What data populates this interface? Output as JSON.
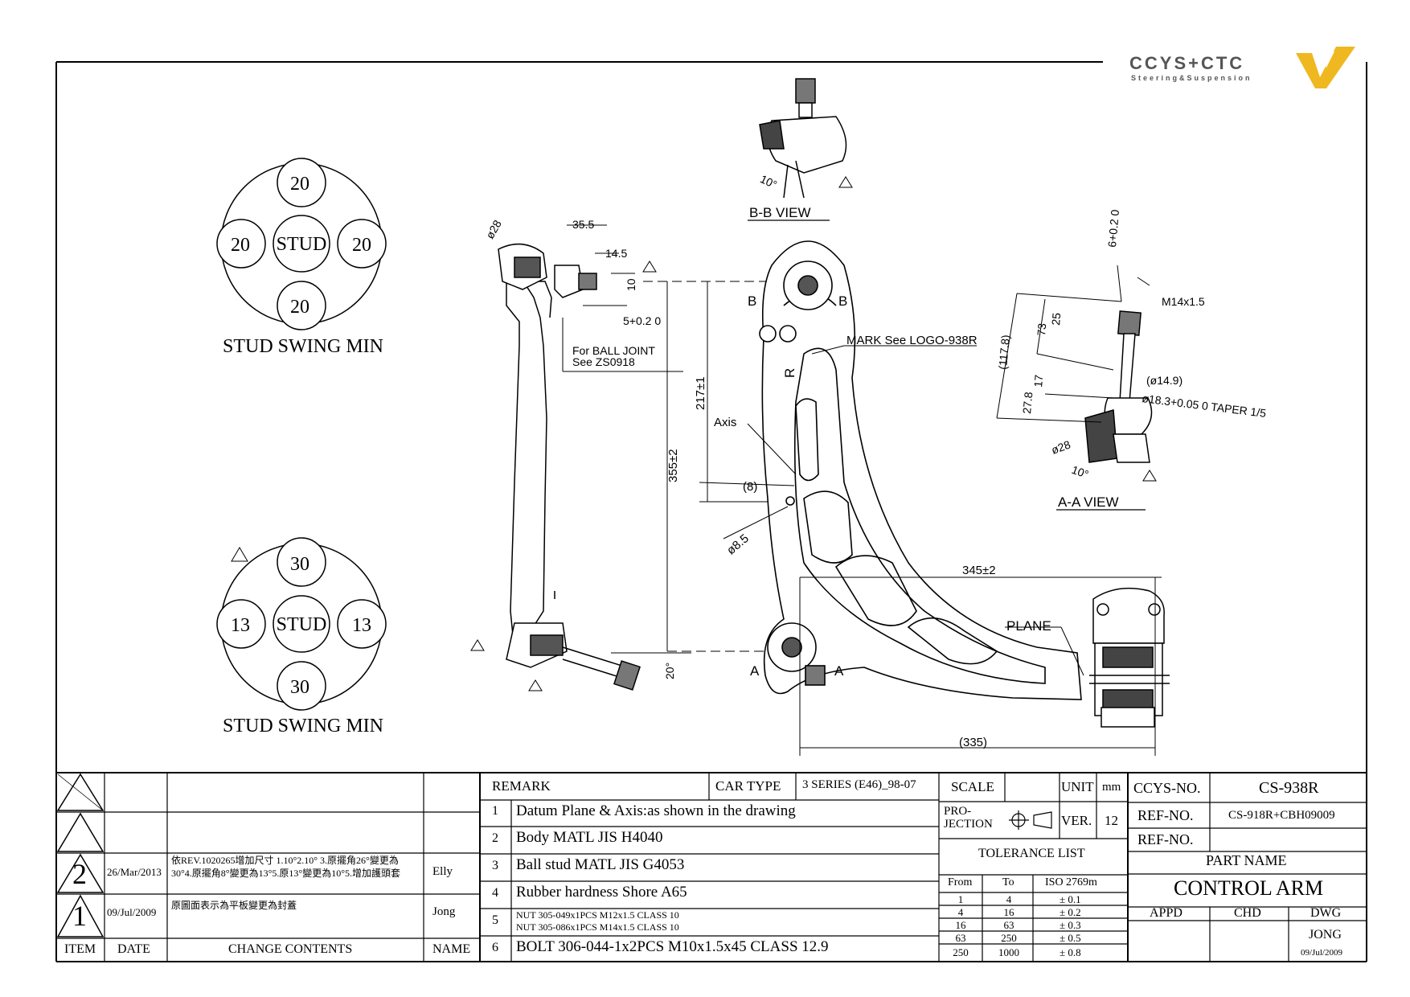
{
  "logo": {
    "brand": "CCYS+CTC",
    "tagline": "Steering&Suspension"
  },
  "stud_swing": [
    {
      "center": "STUD",
      "top": "20",
      "left": "20",
      "right": "20",
      "bottom": "20",
      "caption": "STUD SWING MIN"
    },
    {
      "center": "STUD",
      "top": "30",
      "left": "13",
      "right": "13",
      "bottom": "30",
      "caption": "STUD SWING MIN"
    }
  ],
  "views": {
    "bb": "B-B VIEW",
    "aa": "A-A VIEW"
  },
  "dims": {
    "d28_left": "ø28",
    "d35_5": "35.5",
    "d14_5": "14.5",
    "d10": "10",
    "d5": "5+0.2 0",
    "ball_joint_note": [
      "For BALL JOINT",
      "See ZS0918"
    ],
    "d217": "217±1",
    "d355": "355±2",
    "d20": "20°",
    "axis": "Axis",
    "d8": "(8)",
    "d8_5": "ø8.5",
    "mark_note": "MARK See LOGO-938R",
    "d345": "345±2",
    "plane": "PLANE",
    "d335": "(335)",
    "bb_angle": "10°",
    "r_mark": "R",
    "aa_6": "6+0.2 0",
    "aa_m14": "M14x1.5",
    "aa_25": "25",
    "aa_73": "73",
    "aa_117": "(117.8)",
    "aa_17": "17",
    "aa_27": "27.8",
    "aa_149": "(ø14.9)",
    "aa_taper": "ø18.3+0.05 0 TAPER 1/5",
    "aa_28": "ø28",
    "aa_10": "10°",
    "section_b": "B",
    "section_a": "A"
  },
  "revisions": [
    {
      "rev": "2",
      "date": "26/Mar/2013",
      "content": "依REV.1020265增加尺寸 1.10°2.10° 3.原擺角26°變更為30°4.原擺角8°變更為13°5.原13°變更為10°5.增加護頭套",
      "name": "Elly"
    },
    {
      "rev": "1",
      "date": "09/Jul/2009",
      "content": "原圖面表示為平板變更為封蓋",
      "name": "Jong"
    }
  ],
  "rev_headers": {
    "item": "ITEM",
    "date": "DATE",
    "change": "CHANGE CONTENTS",
    "name": "NAME"
  },
  "remarks": {
    "header": "REMARK",
    "car_type_label": "CAR TYPE",
    "car_type": "3 SERIES (E46)_98-07",
    "items": [
      {
        "no": "1",
        "text": "Datum Plane & Axis:as shown in the drawing"
      },
      {
        "no": "2",
        "text": "Body MATL JIS H4040"
      },
      {
        "no": "3",
        "text": "Ball stud MATL JIS G4053"
      },
      {
        "no": "4",
        "text": "Rubber hardness Shore A65"
      },
      {
        "no": "5",
        "text": "NUT 305-049x1PCS M12x1.5 CLASS 10",
        "text2": "NUT 305-086x1PCS M14x1.5 CLASS 10"
      },
      {
        "no": "6",
        "text": "BOLT 306-044-1x2PCS M10x1.5x45 CLASS 12.9"
      }
    ]
  },
  "scale": {
    "label": "SCALE",
    "unit_label": "UNIT",
    "unit": "mm",
    "projection_label": "PRO-JECTION",
    "ver_label": "VER.",
    "ver": "12"
  },
  "tolerance": {
    "title": "TOLERANCE LIST",
    "headers": [
      "From",
      "To",
      "ISO 2769m"
    ],
    "rows": [
      [
        "1",
        "4",
        "± 0.1"
      ],
      [
        "4",
        "16",
        "± 0.2"
      ],
      [
        "16",
        "63",
        "± 0.3"
      ],
      [
        "63",
        "250",
        "± 0.5"
      ],
      [
        "250",
        "1000",
        "± 0.8"
      ]
    ]
  },
  "info": {
    "ccys_label": "CCYS-NO.",
    "ccys": "CS-938R",
    "ref_label": "REF-NO.",
    "ref": "CS-918R+CBH09009",
    "ref2_label": "REF-NO.",
    "ref2": "",
    "part_label": "PART NAME",
    "part": "CONTROL ARM",
    "appd": "APPD",
    "chd": "CHD",
    "dwg": "DWG",
    "drawer": "JONG",
    "dwg_date": "09/Jul/2009"
  }
}
